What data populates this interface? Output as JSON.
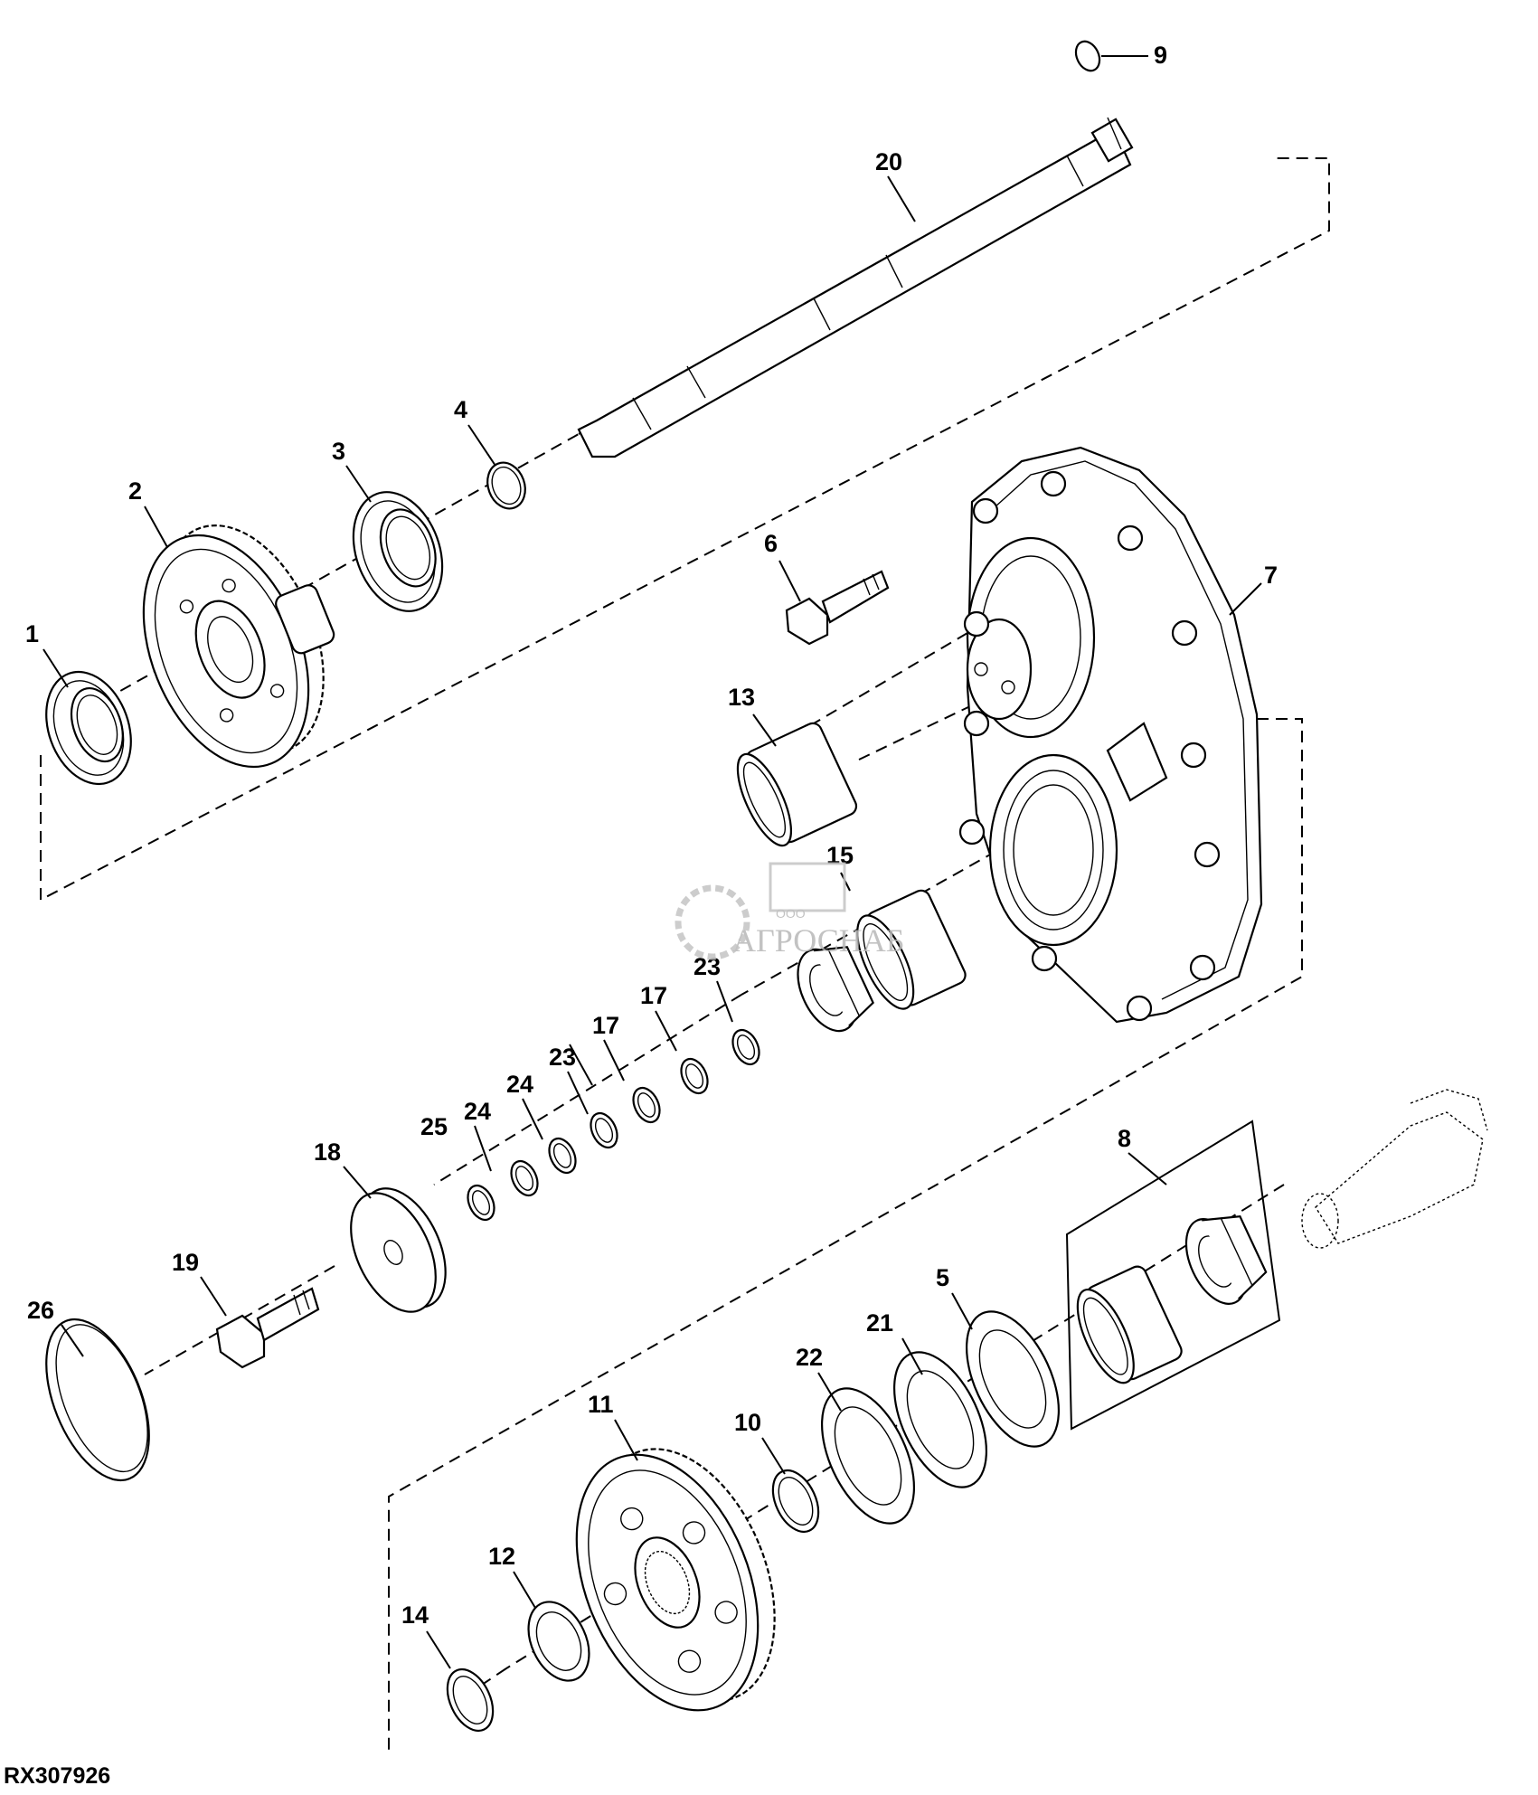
{
  "diagram": {
    "reference_code": "RX307926",
    "watermark": {
      "company_type": "ООО",
      "brand": "АГРОСНАБ"
    },
    "callouts": [
      "1",
      "2",
      "3",
      "4",
      "5",
      "6",
      "7",
      "8",
      "9",
      "10",
      "11",
      "12",
      "13",
      "14",
      "15",
      "17",
      "17",
      "18",
      "19",
      "20",
      "21",
      "22",
      "23",
      "23",
      "24",
      "24",
      "25",
      "26"
    ]
  }
}
